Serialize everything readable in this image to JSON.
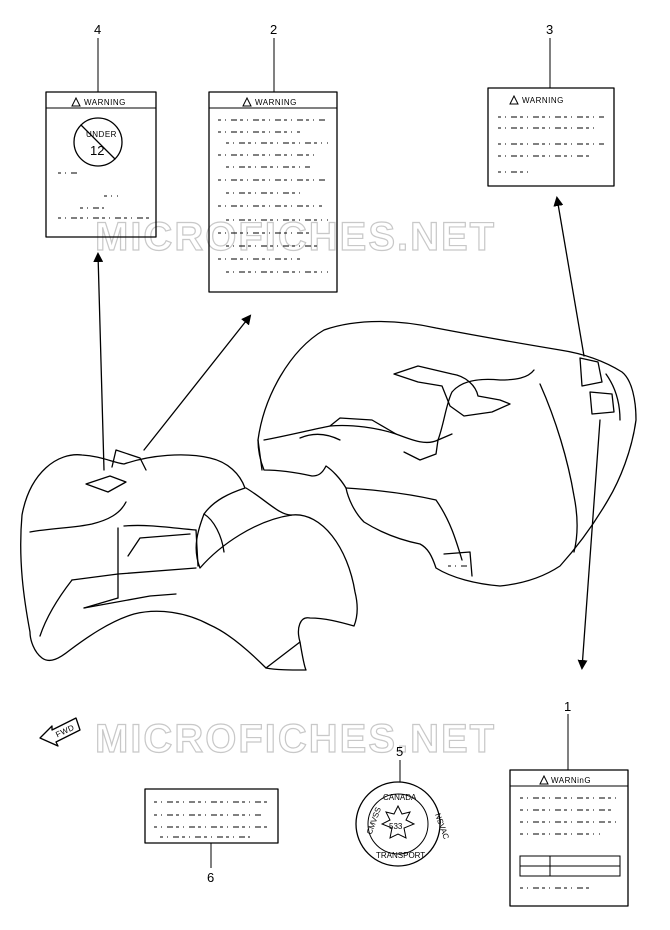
{
  "watermark": "MICROFICHES.NET",
  "fwd_label": "FWD",
  "callouts": [
    "1",
    "2",
    "3",
    "4",
    "5",
    "6"
  ],
  "labels": {
    "warning_header_1": "WARNinG",
    "warning_header_2": "WARNING",
    "warning_header_3": "WARNING",
    "warning_header_4": "WARNING",
    "under_age_text": "UNDER",
    "under_age_number": "12"
  },
  "seal": {
    "top": "CANADA",
    "left": "CMVSS",
    "right": "NSVAC",
    "bottom": "TRANSPORT",
    "code": "533"
  }
}
